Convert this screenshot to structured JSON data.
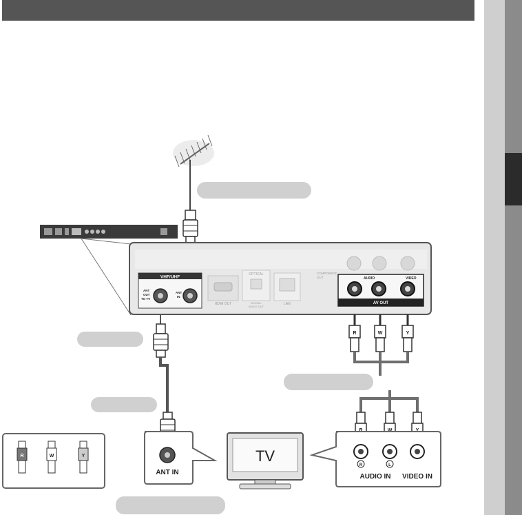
{
  "labels": {
    "vhf_uhf": "VHF/UHF",
    "ant_out_to_tv": [
      "ANT",
      "OUT",
      "TO TV"
    ],
    "ant_in_small": [
      "ANT",
      "IN"
    ],
    "hdmi_out": "HDMI OUT",
    "optical": "OPTICAL",
    "digital_audio_out": [
      "DIGITAL",
      "AUDIO OUT"
    ],
    "lan": "LAN",
    "component_out": [
      "COMPONENT",
      "OUT"
    ],
    "audio": "AUDIO",
    "video": "VIDEO",
    "av_out": "AV OUT",
    "plug_r": "R",
    "plug_w": "W",
    "plug_y": "Y",
    "tv": "TV",
    "ant_in": "ANT IN",
    "audio_in": "AUDIO IN",
    "video_in": "VIDEO IN",
    "jack_r": "R",
    "jack_l": "L"
  },
  "colors": {
    "header": "#555555",
    "side_tab_light": "#cfcfcf",
    "side_tab_dark": "#8b8b8b",
    "side_tab_marker": "#2b2b2b",
    "callout": "#d0d0d0"
  }
}
